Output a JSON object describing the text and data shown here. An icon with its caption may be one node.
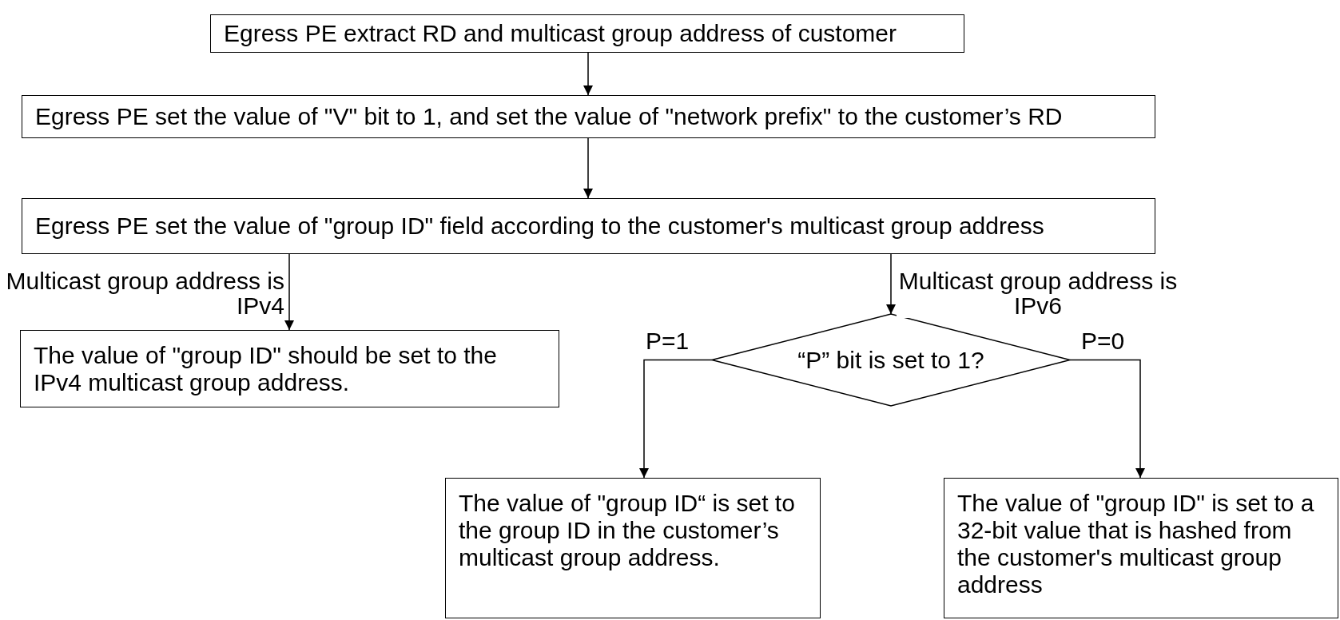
{
  "diagram": {
    "nodes": [
      {
        "text": [
          "Egress PE extract RD and multicast group address of customer"
        ]
      },
      {
        "text": [
          "Egress PE set the value of \"V\" bit to 1, and set the value of \"network prefix\" to the customer’s RD"
        ]
      },
      {
        "text": [
          "Egress PE set the value of \"group ID\" field according to the customer's multicast group address"
        ]
      },
      {
        "text": [
          "The value of \"group ID\" should be set to the IPv4 multicast group address."
        ]
      },
      {
        "text": [
          "“P” bit is set to 1?"
        ]
      },
      {
        "text": [
          "The value of \"group ID“ is set to the group ID in the customer’s multicast group address."
        ]
      },
      {
        "text": [
          "The value of \"group ID\" is set to a 32-bit value that is hashed from the customer's multicast group address"
        ]
      }
    ],
    "edges": [
      {
        "from": 0,
        "to": 1,
        "arrow": "to"
      },
      {
        "from": 1,
        "to": 2,
        "arrow": "to"
      },
      {
        "from": 2,
        "to": 3,
        "arrow": "to",
        "label": "Multicast group address is IPv4"
      },
      {
        "from": 2,
        "to": 4,
        "arrow": "to",
        "label": "Multicast group address is IPv6"
      },
      {
        "from": 4,
        "to": 5,
        "arrow": "to",
        "label": "P=1"
      },
      {
        "from": 4,
        "to": 6,
        "arrow": "to",
        "label": "P=0"
      }
    ]
  }
}
